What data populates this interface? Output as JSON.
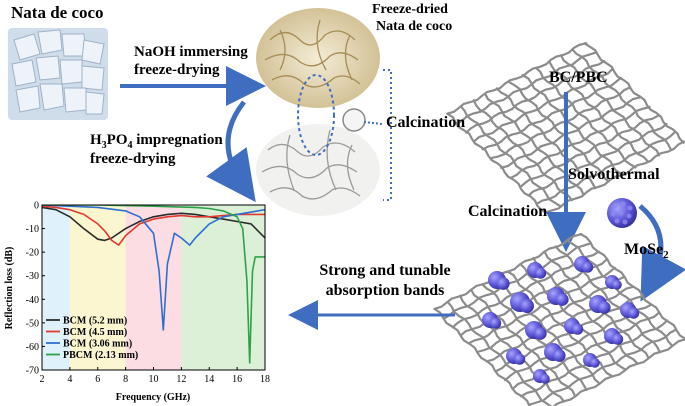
{
  "labels": {
    "nata": "Nata de coco",
    "step1_line1": "NaOH immersing",
    "step1_line2": "freeze-drying",
    "freeze_line1": "Freeze-dried",
    "freeze_line2": "Nata de coco",
    "step2_chem": "H",
    "step2_sub1": "3",
    "step2_mid": "PO",
    "step2_sub2": "4",
    "step2_rest": " impregnation",
    "step2_line2": "freeze-drying",
    "calc_center": "Calcination",
    "bcpbc": "BC/PBC",
    "solvothermal": "Solvothermal",
    "calc_right": "Calcination",
    "mose": "MoSe",
    "mose_sub": "2",
    "strong_line1": "Strong and tunable",
    "strong_line2": "absorption bands"
  },
  "colors": {
    "arrow_blue": "#3f6ec0",
    "mesh": "#8c8c8c",
    "sphere": "#5b55d6"
  },
  "chart_data": {
    "type": "line",
    "xlabel": "Frequency (GHz)",
    "ylabel": "Reflection loss (dB)",
    "xlim": [
      2,
      18
    ],
    "ylim": [
      -70,
      0
    ],
    "xticks": [
      "2",
      "4",
      "6",
      "8",
      "10",
      "12",
      "14",
      "16",
      "18"
    ],
    "yticks": [
      "0",
      "-10",
      "-20",
      "-30",
      "-40",
      "-50",
      "-60",
      "-70"
    ],
    "bands": [
      {
        "from": 2,
        "to": 4,
        "color": "#dff1fb"
      },
      {
        "from": 4,
        "to": 8,
        "color": "#fbf6cf"
      },
      {
        "from": 8,
        "to": 12,
        "color": "#fbdde3"
      },
      {
        "from": 12,
        "to": 18,
        "color": "#dcf0d8"
      }
    ],
    "legend_position": "bottom-left",
    "series": [
      {
        "name": "BCM (5.2 mm)",
        "color": "#2b2b2b",
        "x": [
          2,
          3,
          4,
          5,
          6,
          6.5,
          7,
          8,
          9,
          10,
          11,
          12,
          13,
          14,
          15,
          16,
          17,
          18
        ],
        "y": [
          -1,
          -2,
          -5,
          -10,
          -14.5,
          -15,
          -14,
          -10,
          -7,
          -5,
          -4,
          -3.5,
          -4,
          -5,
          -6,
          -7,
          -8,
          -14
        ]
      },
      {
        "name": "BCM (4.5 mm)",
        "color": "#e03a2f",
        "x": [
          2,
          3,
          4,
          5,
          6,
          6.5,
          7,
          7.5,
          8,
          9,
          10,
          11,
          12,
          13,
          14,
          15,
          16,
          17,
          18
        ],
        "y": [
          -0.5,
          -1,
          -2,
          -4,
          -8,
          -11,
          -15,
          -17,
          -13,
          -8,
          -6,
          -5,
          -4.5,
          -5,
          -5,
          -4.5,
          -4,
          -4,
          -4
        ]
      },
      {
        "name": "BCM (3.06 mm)",
        "color": "#2f6fd1",
        "x": [
          2,
          4,
          6,
          8,
          9,
          10,
          10.4,
          10.7,
          11,
          11.5,
          12,
          12.6,
          13,
          14,
          15,
          16,
          17,
          18
        ],
        "y": [
          0,
          -0.5,
          -1,
          -2.5,
          -5,
          -12,
          -28,
          -53,
          -25,
          -12,
          -14,
          -17,
          -14,
          -8,
          -5,
          -4,
          -3,
          -2
        ]
      },
      {
        "name": "PBCM (2.13 mm)",
        "color": "#2da24a",
        "x": [
          2,
          6,
          10,
          13,
          14,
          15,
          16,
          16.4,
          16.7,
          16.9,
          17.1,
          17.3,
          17.6,
          18
        ],
        "y": [
          0,
          0,
          -0.5,
          -1,
          -1.5,
          -2.5,
          -5,
          -10,
          -32,
          -67,
          -28,
          -22,
          -22,
          -22
        ]
      }
    ]
  }
}
